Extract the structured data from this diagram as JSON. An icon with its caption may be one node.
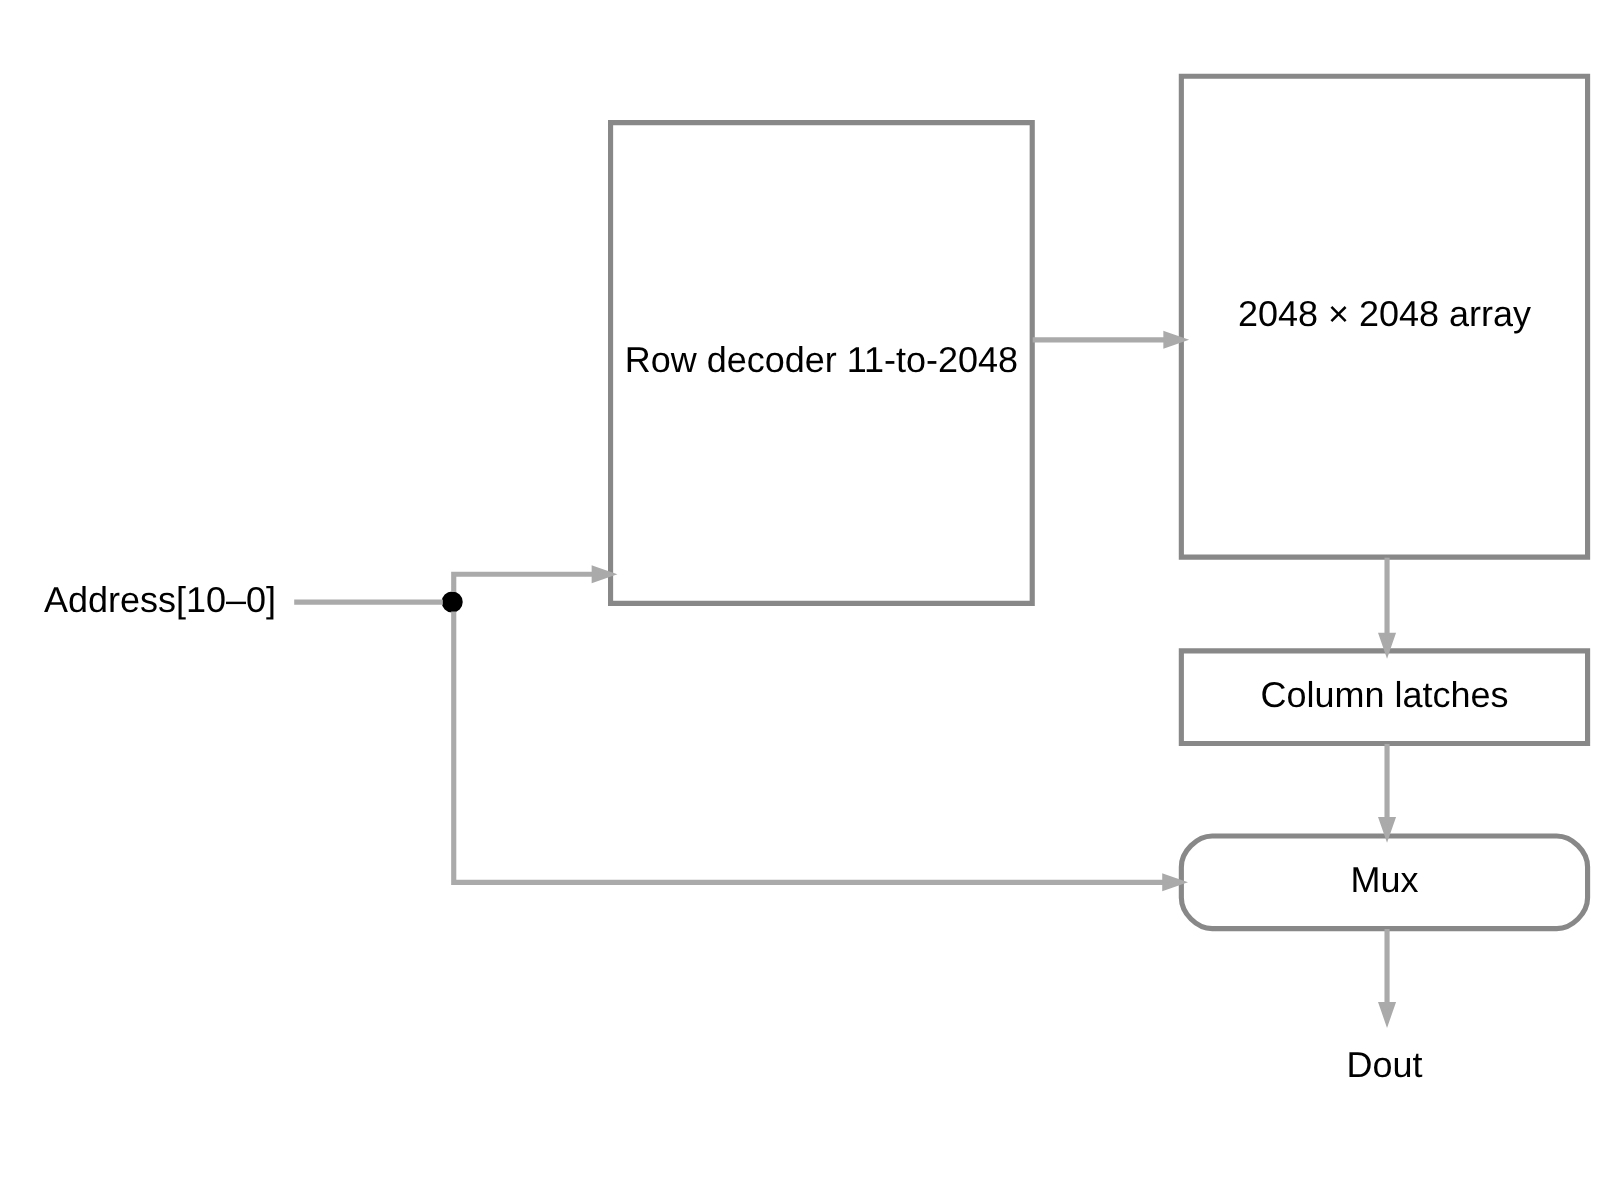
{
  "diagram": {
    "nodes": [
      {
        "text": [
          "Address[10–0]"
        ]
      },
      {
        "text": [],
        "shape": "circle"
      },
      {
        "text": [
          "Row decoder 11-to-2048"
        ]
      },
      {
        "text": [
          "2048 × 2048 array"
        ]
      },
      {
        "text": [
          "Column latches"
        ]
      },
      {
        "text": [
          "Mux"
        ]
      },
      {
        "text": [
          "Dout"
        ]
      }
    ],
    "edges": [
      {
        "from": 0,
        "to": 1,
        "arrow": "none"
      },
      {
        "from": 1,
        "to": 2,
        "arrow": "to"
      },
      {
        "from": 1,
        "to": 5,
        "arrow": "to"
      },
      {
        "from": 2,
        "to": 3,
        "arrow": "to"
      },
      {
        "from": 3,
        "to": 4,
        "arrow": "to"
      },
      {
        "from": 4,
        "to": 5,
        "arrow": "to"
      },
      {
        "from": 5,
        "to": 6,
        "arrow": "to"
      }
    ]
  }
}
